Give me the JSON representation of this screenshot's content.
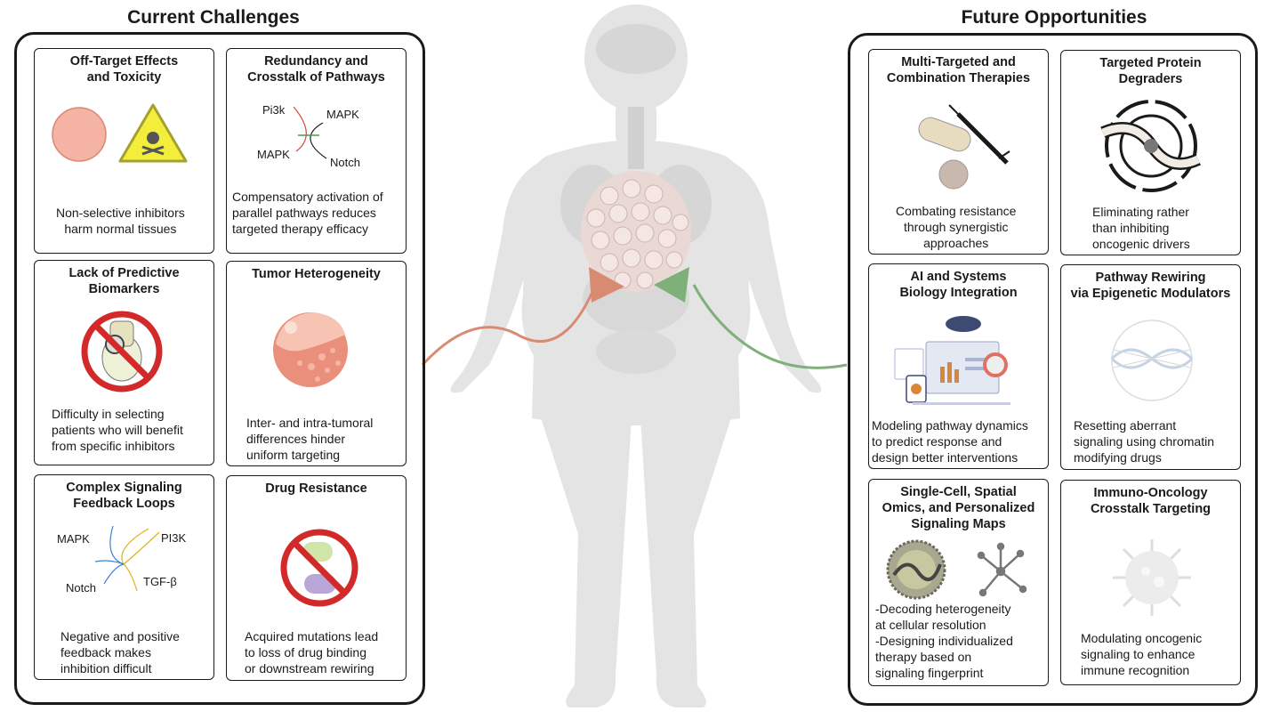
{
  "headings": {
    "left": "Current Challenges",
    "right": "Future Opportunities"
  },
  "challenges": [
    {
      "title": "Off-Target Effects\nand Toxicity",
      "text": "Non-selective inhibitors\nharm normal tissues"
    },
    {
      "title": "Redundancy and\nCrosstalk of Pathways",
      "text": "Compensatory activation of\nparallel pathways reduces\ntargeted therapy efficacy",
      "labels": [
        "Pi3k",
        "MAPK",
        "MAPK",
        "Notch"
      ]
    },
    {
      "title": "Lack of Predictive\nBiomarkers",
      "text": "Difficulty in selecting\npatients who will benefit\nfrom specific inhibitors"
    },
    {
      "title": "Tumor Heterogeneity",
      "text": "Inter- and intra-tumoral\ndifferences hinder\nuniform targeting"
    },
    {
      "title": "Complex Signaling\nFeedback Loops",
      "text": "Negative and positive\nfeedback makes\ninhibition difficult",
      "labels": [
        "MAPK",
        "PI3K",
        "Notch",
        "TGF-β"
      ]
    },
    {
      "title": "Drug Resistance",
      "text": "Acquired mutations lead\nto loss of drug binding\nor downstream rewiring"
    }
  ],
  "opportunities": [
    {
      "title": "Multi-Targeted and\nCombination Therapies",
      "text": "Combating resistance\nthrough synergistic\napproaches"
    },
    {
      "title": "Targeted Protein\nDegraders",
      "text": "Eliminating rather\nthan inhibiting\noncogenic drivers"
    },
    {
      "title": "AI and Systems\nBiology Integration",
      "text": "Modeling pathway dynamics\nto predict response and\ndesign better interventions"
    },
    {
      "title": "Pathway Rewiring\nvia Epigenetic Modulators",
      "text": "Resetting aberrant\nsignaling using chromatin\nmodifying drugs"
    },
    {
      "title": "Single-Cell, Spatial\nOmics, and Personalized\nSignaling Maps",
      "text": "-Decoding heterogeneity\n at cellular resolution\n-Designing individualized\ntherapy based on\nsignaling fingerprint"
    },
    {
      "title": "Immuno-Oncology\nCrosstalk Targeting",
      "text": "Modulating oncogenic\nsignaling to enhance\nimmune recognition"
    }
  ],
  "colors": {
    "challenge_arrow": "#d98a72",
    "opportunity_arrow": "#7fb07a",
    "body": "#e4e4e4",
    "border": "#1a1a1a"
  }
}
